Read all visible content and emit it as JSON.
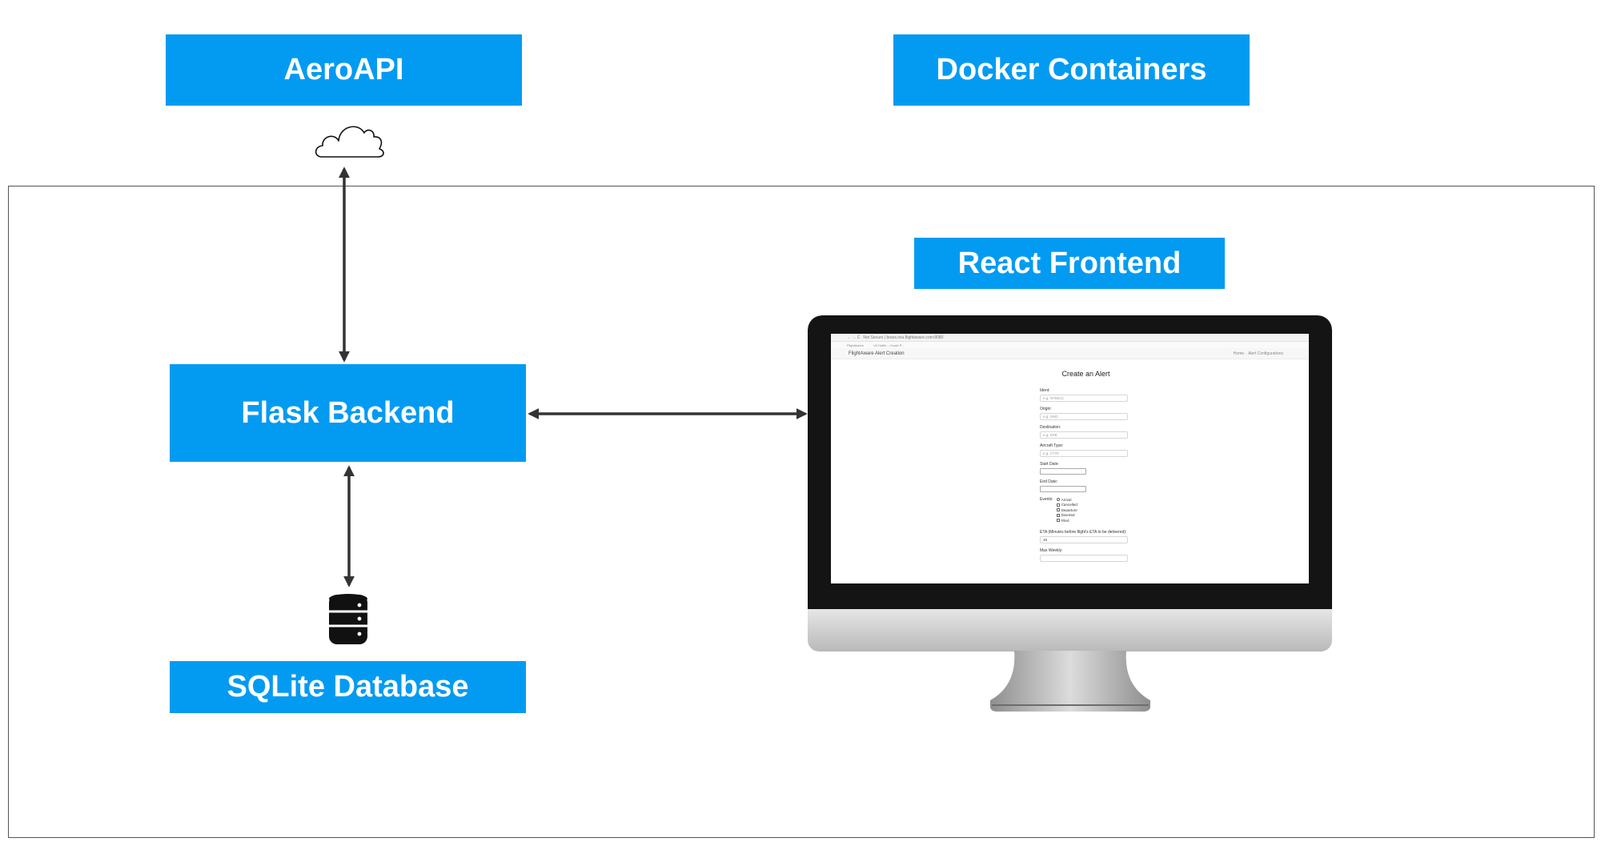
{
  "labels": {
    "aeroapi": "AeroAPI",
    "docker": "Docker Containers",
    "react": "React Frontend",
    "flask": "Flask Backend",
    "sqlite": "SQLite Database"
  },
  "colors": {
    "box_fill": "#039BF1",
    "box_text": "#FFFFFF",
    "arrow": "#333333",
    "frame": "#555555"
  },
  "icons": {
    "cloud": "cloud-icon",
    "database": "database-icon",
    "monitor": "desktop-monitor"
  },
  "screen": {
    "browser_url": "Not Secure | bears.nxu.flightaware.com:8080",
    "bookmarks": [
      "FlightAware",
      "LB Hotfix – Crude P..."
    ],
    "nav_brand": "FlightAware Alert Creation",
    "nav_links": [
      "Home",
      "Alert Configurations"
    ],
    "form_title": "Create an Alert",
    "fields": [
      {
        "label": "Ident:",
        "placeholder": "e.g. N763CC"
      },
      {
        "label": "Origin:",
        "placeholder": "e.g. SNO"
      },
      {
        "label": "Destination:",
        "placeholder": "e.g. SFB"
      },
      {
        "label": "Aircraft Type:",
        "placeholder": "e.g. C770"
      }
    ],
    "start_date_label": "Start Date:",
    "end_date_label": "End Date:",
    "events_label": "Events:",
    "events": [
      "Arrival",
      "Cancelled",
      "Departure",
      "Diverted",
      "Filed"
    ],
    "eta_label": "ETA (Minutes before flight's ETA to be delivered):",
    "eta_value": "15",
    "max_weekly_label": "Max Weekly:"
  }
}
